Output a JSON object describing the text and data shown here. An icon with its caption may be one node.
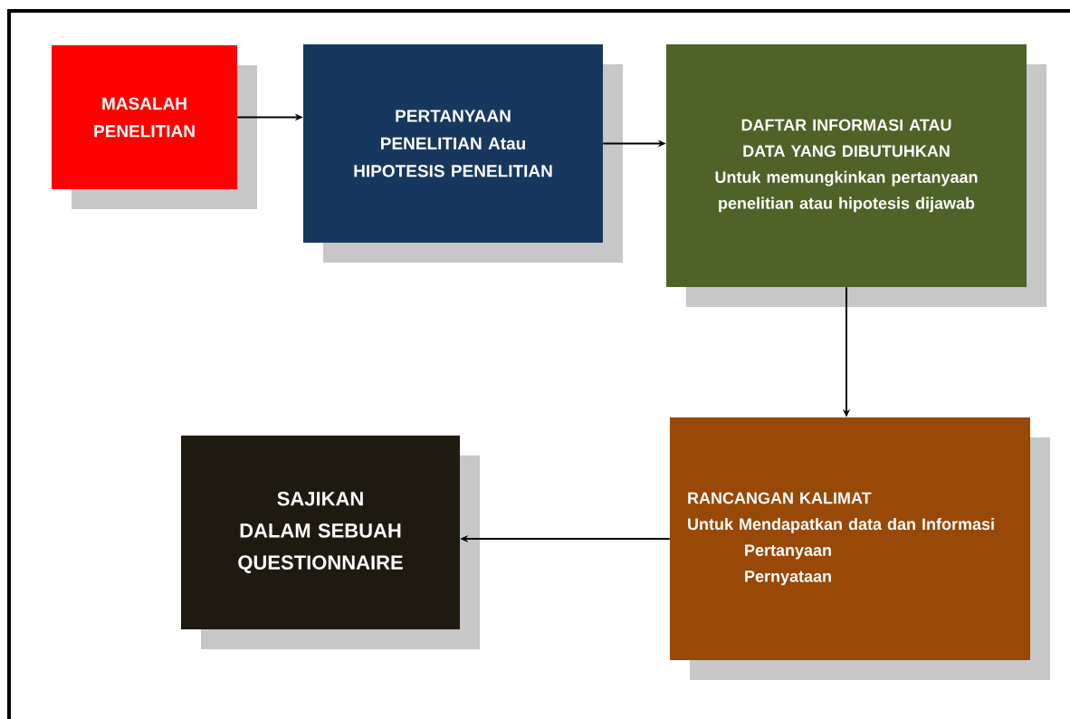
{
  "diagram": {
    "nodes": [
      {
        "text": [
          "MASALAH PENELITIAN"
        ]
      },
      {
        "text": [
          "PERTANYAAN PENELITIAN Atau HIPOTESIS PENELITIAN"
        ]
      },
      {
        "text": [
          "DAFTAR INFORMASI ATAU DATA YANG DIBUTUHKAN",
          "Untuk memungkinkan pertanyaan penelitian atau hipotesis dijawab"
        ]
      },
      {
        "text": [
          "RANCANGAN KALIMAT",
          "Untuk Mendapatkan data dan Informasi",
          "Pertanyaan",
          "Pernyataan"
        ]
      },
      {
        "text": [
          "SAJIKAN DALAM SEBUAH QUESTIONNAIRE"
        ]
      }
    ],
    "edges": [
      {
        "from": 0,
        "to": 1,
        "arrow": "to"
      },
      {
        "from": 1,
        "to": 2,
        "arrow": "to"
      },
      {
        "from": 2,
        "to": 3,
        "arrow": "to"
      },
      {
        "from": 3,
        "to": 4,
        "arrow": "to"
      }
    ]
  }
}
